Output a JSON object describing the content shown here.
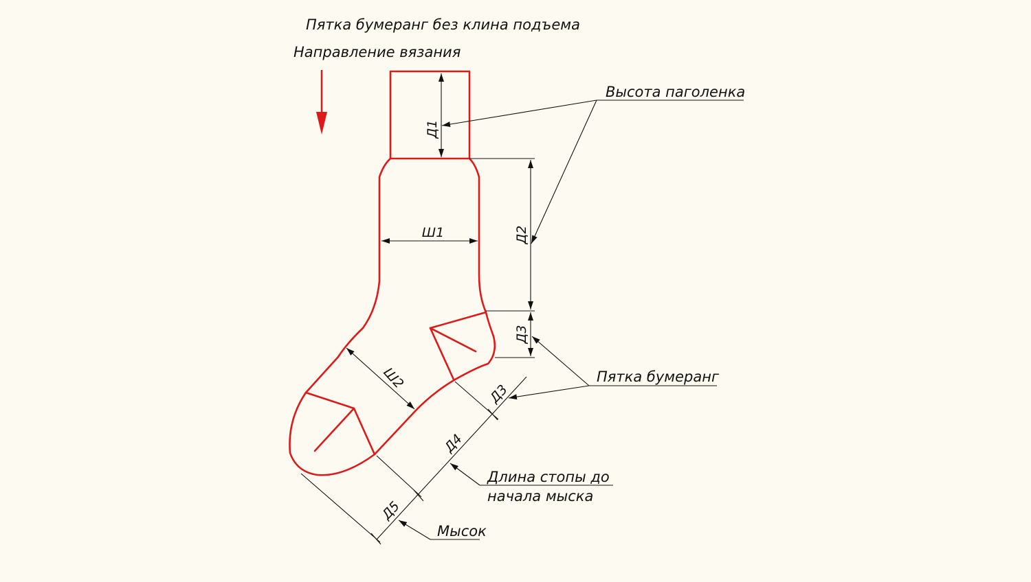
{
  "header": {
    "heel_type": "Пятка бумеранг без клина подъема",
    "knit_direction": "Направление вязания"
  },
  "dimensions": {
    "d1": "Д1",
    "d2": "Д2",
    "d3": "Д3",
    "d4": "Д4",
    "d5": "Д5",
    "w1": "Ш1",
    "w2": "Ш2"
  },
  "callouts": {
    "cuff_height": "Высота паголенка",
    "boomerang_heel": "Пятка бумеранг",
    "foot_length_line1": "Длина стопы до",
    "foot_length_line2": "начала мыска",
    "toe": "Мысок"
  },
  "colors": {
    "background": "#fdfbf1",
    "outline": "#dd1a1a",
    "dimension_lines": "#111111"
  }
}
